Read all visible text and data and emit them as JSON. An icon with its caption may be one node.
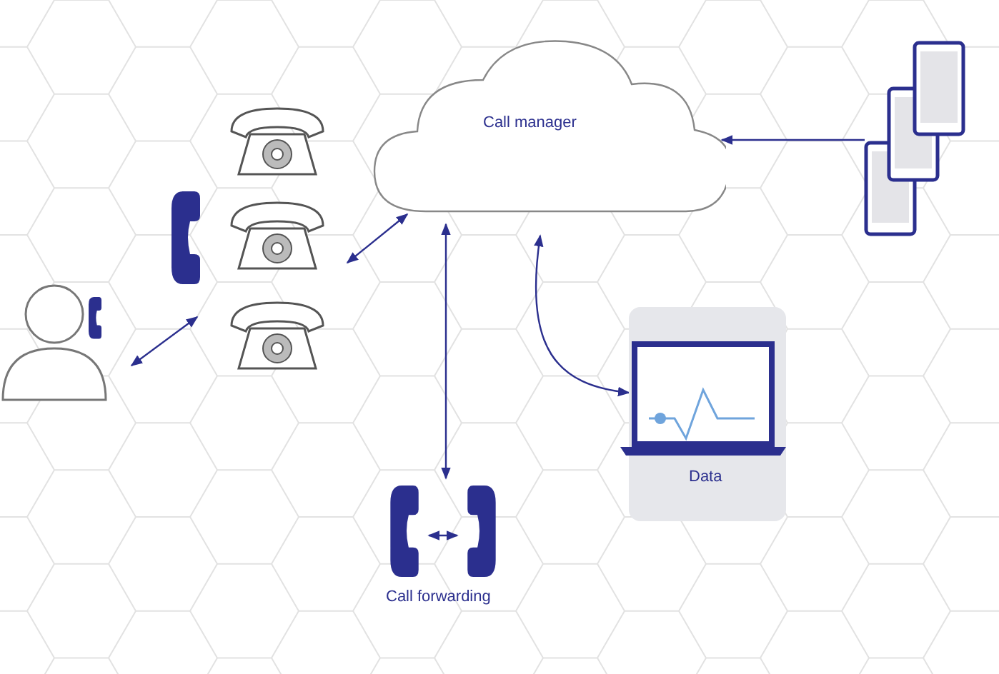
{
  "diagram": {
    "nodes": [
      {
        "text": [],
        "shape": "person"
      },
      {
        "text": [],
        "shape": "picture"
      },
      {
        "text": [
          "Call manager"
        ]
      },
      {
        "text": [],
        "shape": "picture"
      },
      {
        "text": [
          "Data"
        ]
      },
      {
        "text": [
          "Call forwarding"
        ]
      },
      {
        "text": [],
        "shape": "picture",
        "in": 5
      },
      {
        "text": [],
        "shape": "picture",
        "in": 5
      }
    ],
    "edges": [
      {
        "from": 0,
        "to": 1,
        "arrow": "both"
      },
      {
        "from": 1,
        "to": 2,
        "arrow": "both"
      },
      {
        "from": 2,
        "to": 5,
        "arrow": "both"
      },
      {
        "from": 3,
        "to": 2,
        "arrow": "to"
      },
      {
        "from": 2,
        "to": 4,
        "arrow": "both"
      },
      {
        "from": 6,
        "to": 7,
        "arrow": "both"
      }
    ]
  }
}
